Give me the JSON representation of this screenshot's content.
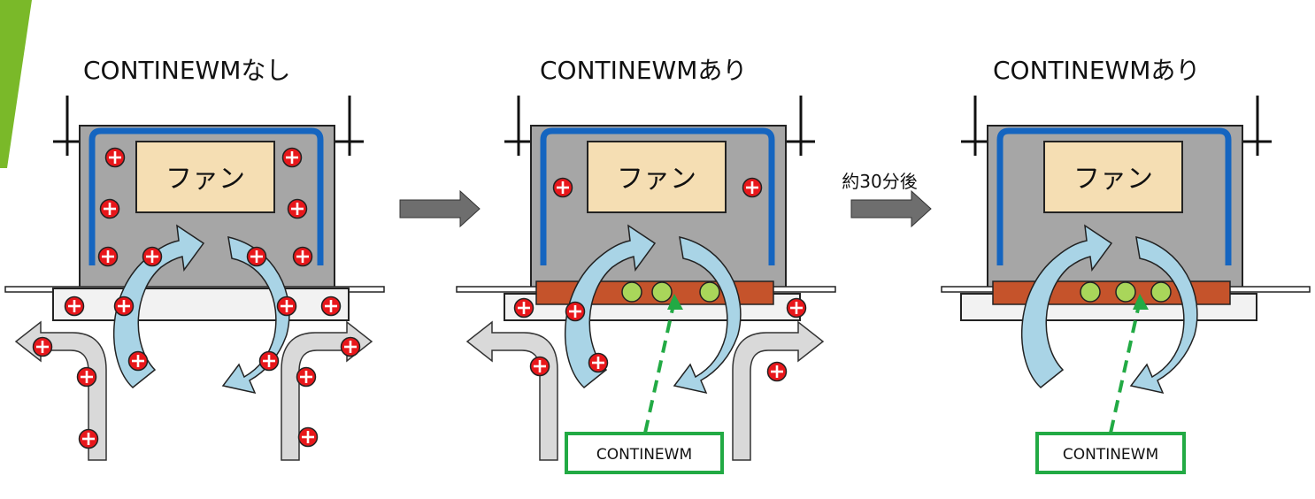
{
  "panels": [
    {
      "title": "CONTINEWMなし",
      "fan_label": "ファン"
    },
    {
      "title": "CONTINEWMあり",
      "fan_label": "ファン",
      "callout_label": "CONTINEWM"
    },
    {
      "title": "CONTINEWMあり",
      "fan_label": "ファン",
      "callout_label": "CONTINEWM"
    }
  ],
  "transitions": [
    {
      "label": ""
    },
    {
      "label": "約30分後"
    }
  ],
  "colors": {
    "unit_body": "#a6a6a6",
    "fan": "#f5deb3",
    "flow_arrow": "#a9d4e6",
    "duct": "#1565c0",
    "coating": "#c5532b",
    "contaminant": "#e8171b",
    "particle_green": "#a9d65a",
    "callout": "#22aa44",
    "accent": "#7ab929"
  }
}
